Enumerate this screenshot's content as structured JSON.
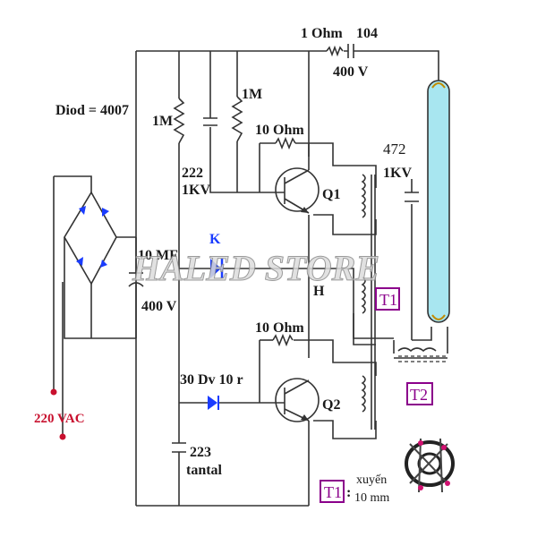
{
  "labels": {
    "diode_type": "Diod = 4007",
    "ac_input": "220 VAC",
    "cap_filter_value": "10 MF",
    "cap_filter_voltage": "400 V",
    "resistor_1m_left": "1M",
    "resistor_1m_right": "1M",
    "cap_222": "222",
    "cap_222_voltage": "1KV",
    "resistor_1ohm": "1 Ohm",
    "cap_104": "104",
    "cap_104_voltage": "400 V",
    "resistor_10ohm_top": "10 Ohm",
    "resistor_10ohm_bottom": "10 Ohm",
    "transistor_q1": "Q1",
    "transistor_q2": "Q2",
    "cap_472": "472",
    "cap_472_voltage": "1KV",
    "node_k": "K",
    "node_h": "H",
    "transformer_t1": "T1",
    "transformer_t2": "T2",
    "diac": "30 Dv 10 r",
    "cap_223": "223",
    "cap_223_type": "tantal",
    "legend_t1": "T1",
    "legend_colon": ":",
    "legend_core": "xuyến",
    "legend_size": "10 mm"
  },
  "watermark": "HALED STORE",
  "colors": {
    "wire": "#333333",
    "ac_text": "#c8102e",
    "tube_fill": "#a8e6f0",
    "diode_fill": "#1a3cff",
    "box_border": "#8b008b"
  }
}
